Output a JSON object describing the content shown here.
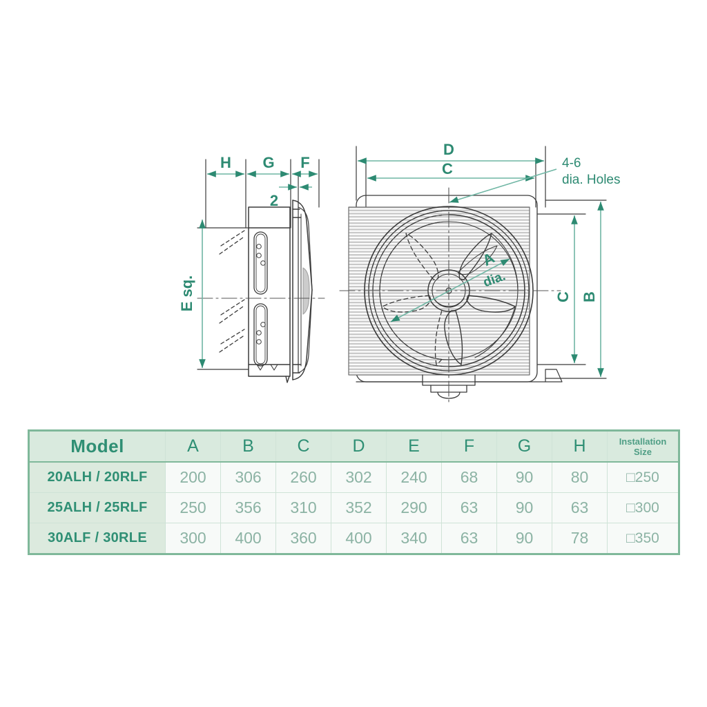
{
  "diagram": {
    "title_hidden": "",
    "accent_color": "#2d8a72",
    "line_color": "#3a3a3a",
    "annotations": {
      "h": "H",
      "g": "G",
      "f": "F",
      "two": "2",
      "d": "D",
      "c_top": "C",
      "c_right": "C",
      "b": "B",
      "e_sq": "E sq.",
      "a": "A",
      "dia": "dia.",
      "holes_line1": "4-6",
      "holes_line2": "dia. Holes"
    }
  },
  "table": {
    "headers": {
      "model": "Model",
      "a": "A",
      "b": "B",
      "c": "C",
      "d": "D",
      "e": "E",
      "f": "F",
      "g": "G",
      "h": "H",
      "install_line1": "Installation",
      "install_line2": "Size"
    },
    "rows": [
      {
        "model": "20ALH / 20RLF",
        "a": "200",
        "b": "306",
        "c": "260",
        "d": "302",
        "e": "240",
        "f": "68",
        "g": "90",
        "h": "80",
        "install": "□250"
      },
      {
        "model": "25ALH / 25RLF",
        "a": "250",
        "b": "356",
        "c": "310",
        "d": "352",
        "e": "290",
        "f": "63",
        "g": "90",
        "h": "63",
        "install": "□300"
      },
      {
        "model": "30ALF / 30RLE",
        "a": "300",
        "b": "400",
        "c": "360",
        "d": "400",
        "e": "340",
        "f": "63",
        "g": "90",
        "h": "78",
        "install": "□350"
      }
    ]
  },
  "colors": {
    "header_bg": "#d9eade",
    "header_text": "#2f8f74",
    "cell_bg": "#f7faf8",
    "cell_text": "#8cb3a4",
    "model_cell_bg": "#dceade",
    "border": "#7fb89a"
  }
}
